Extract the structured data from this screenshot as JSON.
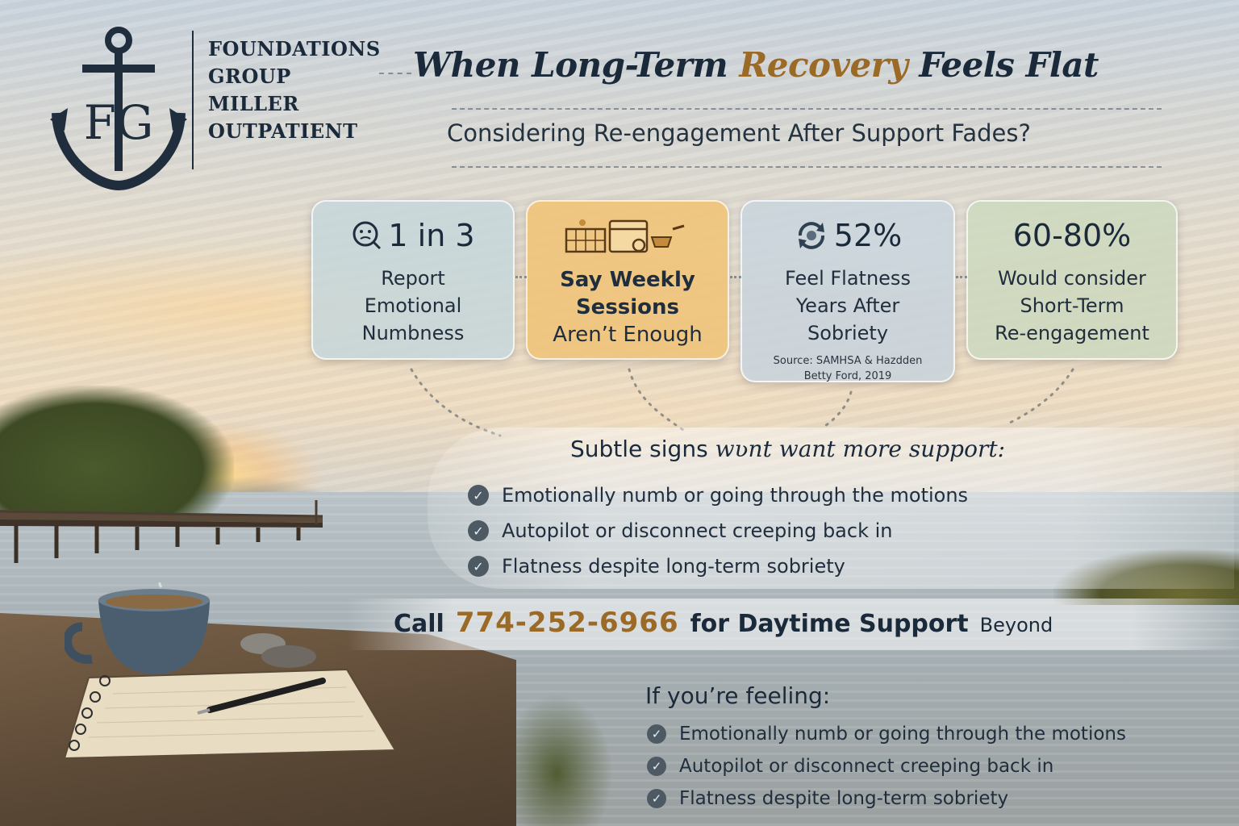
{
  "brand": {
    "monogram": "FG",
    "lines": [
      "FOUNDATIONS",
      "GROUP",
      "MILLER",
      "OUTPATIENT"
    ]
  },
  "title": {
    "pre": "When Long-Term ",
    "accent": "Recovery",
    "post": " Feels Flat"
  },
  "subtitle": "Considering Re-engagement After Support Fades?",
  "stats": [
    {
      "value": "1 in 3",
      "icon": "numb-face-icon",
      "lines": [
        "Report",
        "Emotional",
        "Numbness"
      ]
    },
    {
      "value": "",
      "icon": "weekly-calendar-icon",
      "lines": [
        "Say Weekly",
        "Sessions",
        "Aren’t Enough"
      ]
    },
    {
      "value": "52%",
      "icon": "cycle-arrows-icon",
      "lines": [
        "Feel Flatness",
        "Years After",
        "Sobriety"
      ],
      "source": [
        "Source: SAMHSA & Hazdden",
        "Betty Ford, 2019"
      ]
    },
    {
      "value": "60-80%",
      "icon": "",
      "lines": [
        "Would consider",
        "Short-Term",
        "Re-engagement"
      ]
    }
  ],
  "signs": {
    "title_pre": "Subtle signs ",
    "title_em": "wʋnt want more support:",
    "items": [
      "Emotionally numb or going through the motions",
      "Autopilot or disconnect creeping back in",
      "Flatness despite long-term sobriety"
    ]
  },
  "cta": {
    "call": "Call",
    "phone": "774-252-6966",
    "rest": "for Daytime Support",
    "tail": "Beyond"
  },
  "feeling": {
    "title": "If you’re feeling:",
    "items": [
      "Emotionally numb or going through the motions",
      "Autopilot or disconnect creeping back in",
      "Flatness despite long-term sobriety"
    ]
  },
  "check_symbol": "✓",
  "colors": {
    "navy": "#1b2a3a",
    "gold": "#9a6a26",
    "card_orange": "#f0c47a",
    "card_blue": "#c6d7dc",
    "card_green": "#cdd8be"
  }
}
